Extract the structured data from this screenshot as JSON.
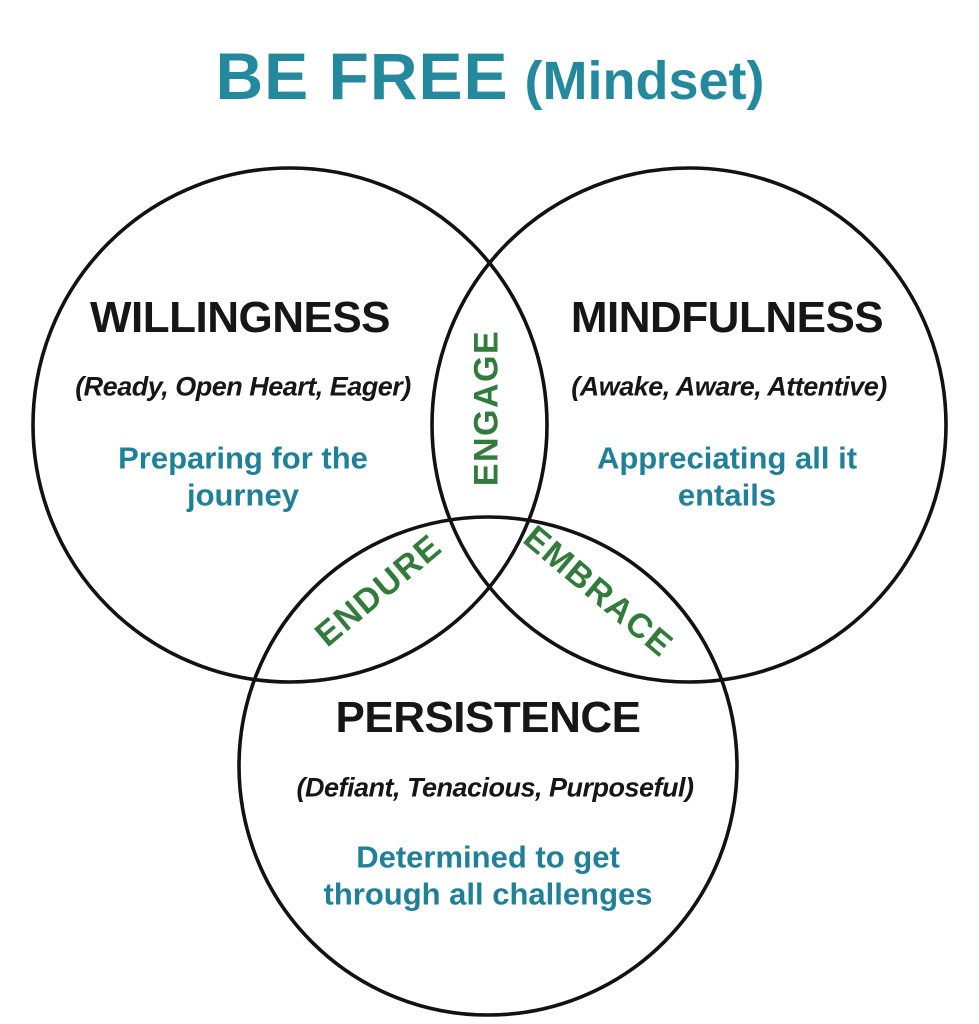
{
  "title": {
    "main": "BE FREE",
    "suffix": "(Mindset)"
  },
  "colors": {
    "teal": "#1f8098",
    "teal-title": "#25899e",
    "green": "#337b3c",
    "ink": "#161616",
    "stroke": "#121212",
    "background": "#ffffff"
  },
  "circles": [
    {
      "id": "willingness",
      "name": "WILLINGNESS",
      "traits": "(Ready, Open Heart, Eager)",
      "description": [
        "Preparing for the",
        "journey"
      ]
    },
    {
      "id": "mindfulness",
      "name": "MINDFULNESS",
      "traits": "(Awake, Aware, Attentive)",
      "description": [
        "Appreciating all it",
        "entails"
      ]
    },
    {
      "id": "persistence",
      "name": "PERSISTENCE",
      "traits": "(Defiant, Tenacious, Purposeful)",
      "description": [
        "Determined to get",
        "through all challenges"
      ]
    }
  ],
  "intersections": [
    {
      "label": "ENGAGE",
      "between": "willingness + mindfulness"
    },
    {
      "label": "ENDURE",
      "between": "willingness + persistence"
    },
    {
      "label": "EMBRACE",
      "between": "mindfulness + persistence"
    }
  ]
}
